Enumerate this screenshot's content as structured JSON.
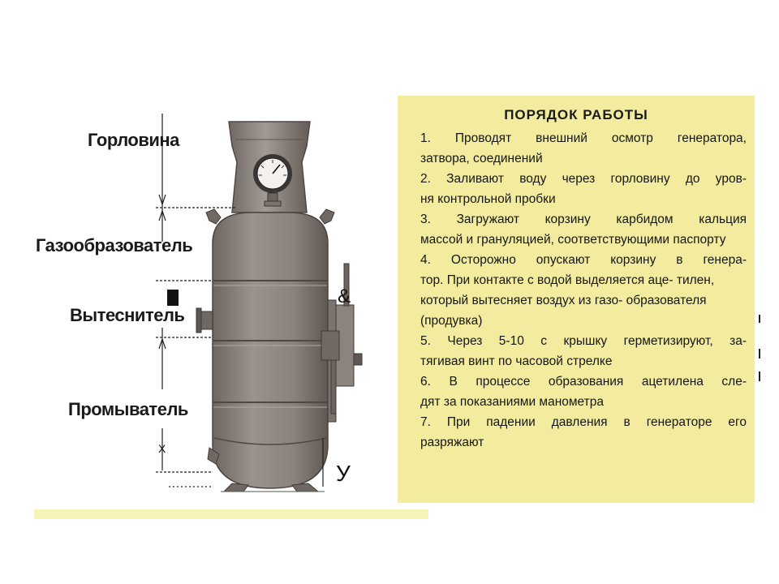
{
  "labels": {
    "neck": "Горловина",
    "gas_generator": "Газообразователь",
    "displacer": "Вытеснитель",
    "washer": "Промыватель"
  },
  "procedure": {
    "title": "ПОРЯДОК РАБОТЫ",
    "steps": [
      {
        "line1": "1. Проводят внешний осмотр генератора,",
        "cont": "затвора, соединений"
      },
      {
        "line1": "2. Заливают воду через горловину до уров-",
        "cont": "ня контрольной пробки"
      },
      {
        "line1": "3. Загружают корзину карбидом кальция",
        "cont": "массой и грануляцией, соответствующими паспорту"
      },
      {
        "line1": "4. Осторожно опускают корзину в генера-",
        "cont": "тор. При контакте с водой выделяется аце- тилен, который вытесняет воздух из газо- образователя (продувка)"
      },
      {
        "line1": "5. Через 5-10 с крышку герметизируют, за-",
        "cont": "тягивая винт по часовой стрелке"
      },
      {
        "line1": "6. В процессе образования ацетилена сле-",
        "cont": "дят за показаниями манометра"
      },
      {
        "line1": "7. При падении давления в генераторе его",
        "cont": "разряжают"
      }
    ]
  },
  "marks": {
    "ampersand": "&",
    "y_mark": "У",
    "x_mark": "X"
  },
  "colors": {
    "panel_bg": "#f3ec9f",
    "vessel": "#8d8580",
    "vessel_dark": "#5e5753",
    "text": "#1a1a1a"
  }
}
